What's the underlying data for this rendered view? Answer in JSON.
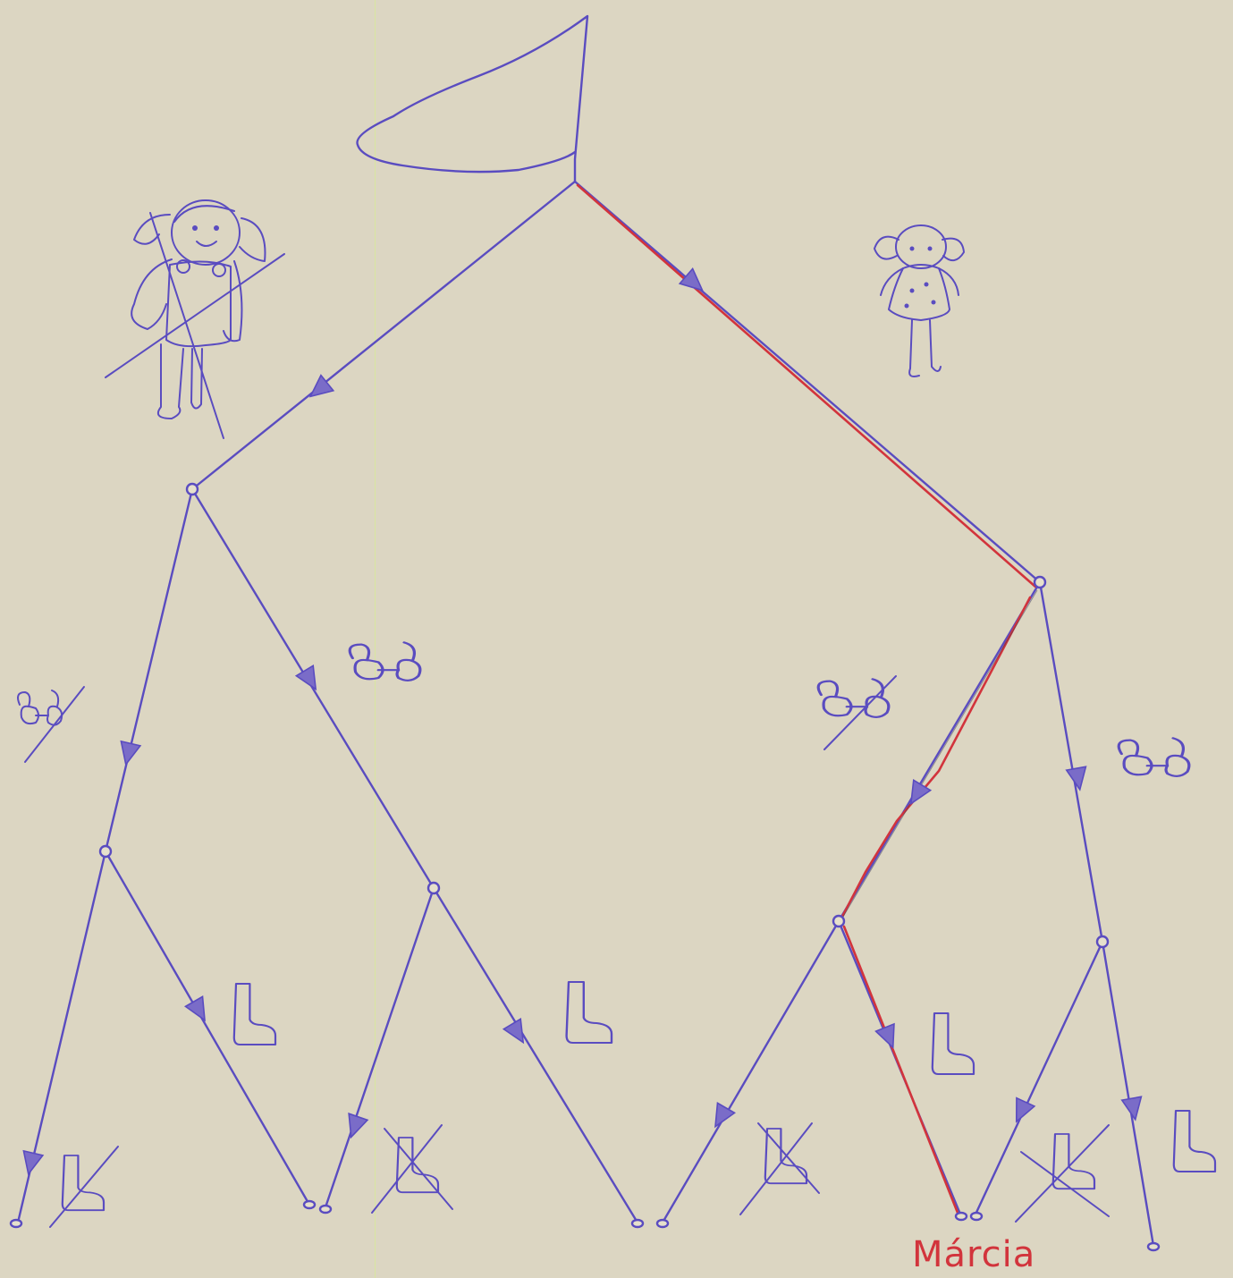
{
  "diagram": {
    "type": "decision-tree",
    "ink_color": "#5a4cc0",
    "highlight_color": "#d2343c",
    "paper_color": "#dcd6c2",
    "root_icon": "flag-icon",
    "levels": [
      {
        "attribute": "girl",
        "left_icon": "crossed-girl-icon",
        "right_icon": "girl-icon"
      },
      {
        "attribute": "glasses",
        "left_icon": "crossed-glasses-icon",
        "right_icon": "glasses-icon"
      },
      {
        "attribute": "boot",
        "left_icon": "crossed-boot-icon",
        "right_icon": "boot-icon"
      }
    ],
    "highlighted_path": [
      "right",
      "left",
      "right"
    ],
    "highlighted_leaf_label": "Márcia"
  }
}
